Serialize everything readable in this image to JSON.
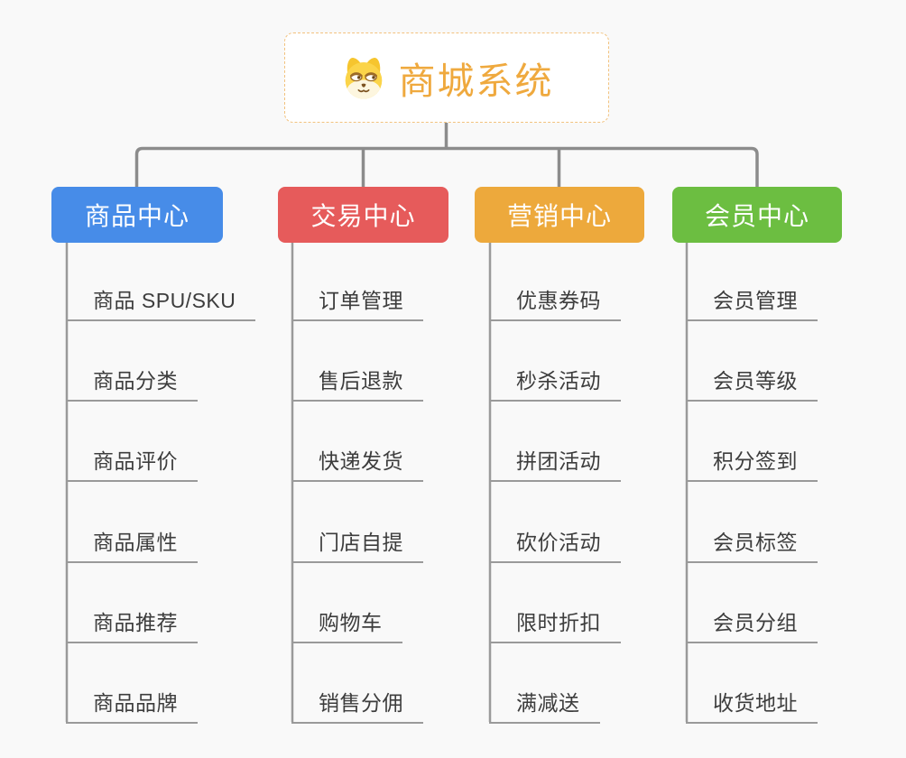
{
  "diagram": {
    "title": "商城系统",
    "title_color": "#EFA93E",
    "root_icon": "dog-face",
    "root_border_color": "#F2C27E",
    "connector_color": "#8C8C8C",
    "leaf_line_color": "#9A9A9A",
    "leaf_text_color": "#3D3D3D",
    "background_color": "#F9F9F9"
  },
  "branches": [
    {
      "label": "商品中心",
      "color": "#478CE8",
      "items": [
        "商品 SPU/SKU",
        "商品分类",
        "商品评价",
        "商品属性",
        "商品推荐",
        "商品品牌"
      ]
    },
    {
      "label": "交易中心",
      "color": "#E65B5B",
      "items": [
        "订单管理",
        "售后退款",
        "快递发货",
        "门店自提",
        "购物车",
        "销售分佣"
      ]
    },
    {
      "label": "营销中心",
      "color": "#EDA93C",
      "items": [
        "优惠券码",
        "秒杀活动",
        "拼团活动",
        "砍价活动",
        "限时折扣",
        "满减送"
      ]
    },
    {
      "label": "会员中心",
      "color": "#6CBE41",
      "items": [
        "会员管理",
        "会员等级",
        "积分签到",
        "会员标签",
        "会员分组",
        "收货地址"
      ]
    }
  ]
}
